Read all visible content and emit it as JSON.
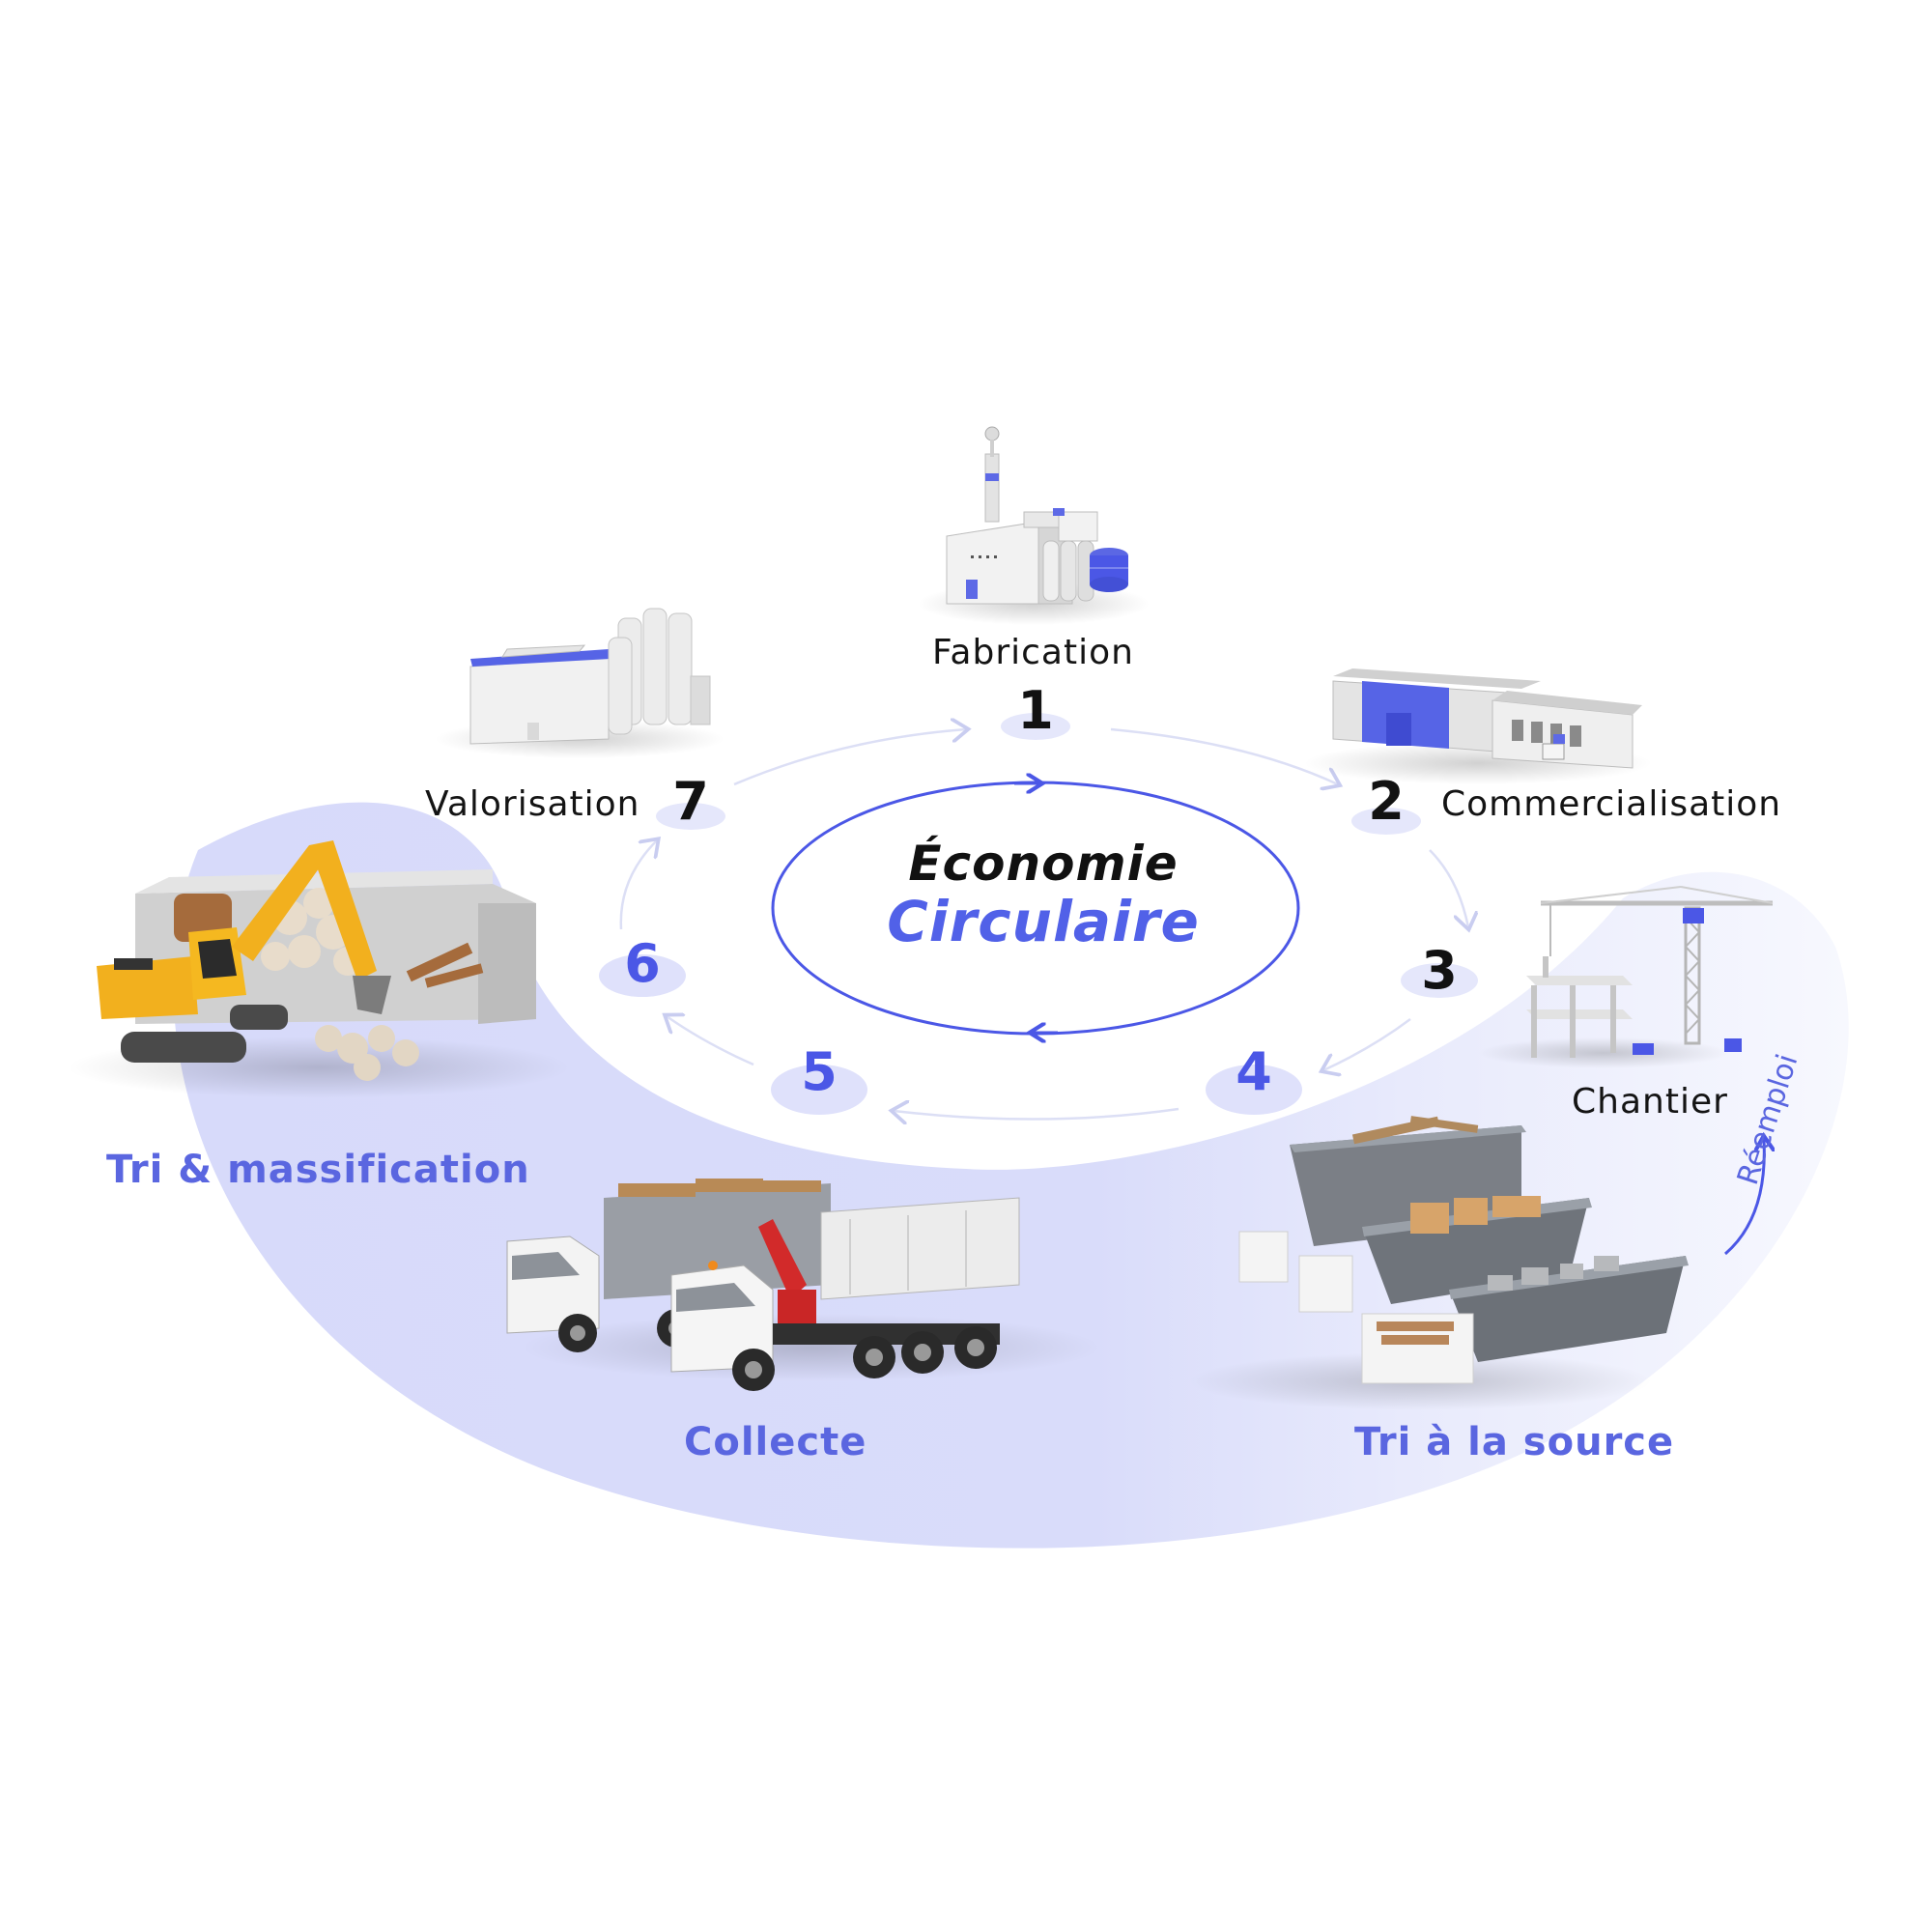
{
  "center": {
    "line1": "Économie",
    "line2": "Circulaire"
  },
  "steps": [
    {
      "number": "1",
      "label": "Fabrication"
    },
    {
      "number": "2",
      "label": "Commercialisation"
    },
    {
      "number": "3",
      "label": "Chantier"
    },
    {
      "number": "4",
      "label": ""
    },
    {
      "number": "5",
      "label": ""
    },
    {
      "number": "6",
      "label": ""
    },
    {
      "number": "7",
      "label": "Valorisation"
    }
  ],
  "zones": {
    "tri_massification": "Tri & massification",
    "collecte": "Collecte",
    "tri_source": "Tri à la source",
    "reemploi": "Réemploi"
  },
  "colors": {
    "accent": "#4b57e6",
    "accent_light": "#dfe1fb",
    "zone_fill": "#d9dcfa",
    "text_dark": "#141414",
    "arrow_light": "#dcdff5"
  },
  "icons": {
    "fabrication": "factory-icon",
    "commercialisation": "warehouse-icon",
    "chantier": "construction-crane-icon",
    "tri_source": "waste-skips-icon",
    "collecte": "trucks-icon",
    "tri_massification": "excavator-icon",
    "valorisation": "recycling-plant-icon"
  }
}
